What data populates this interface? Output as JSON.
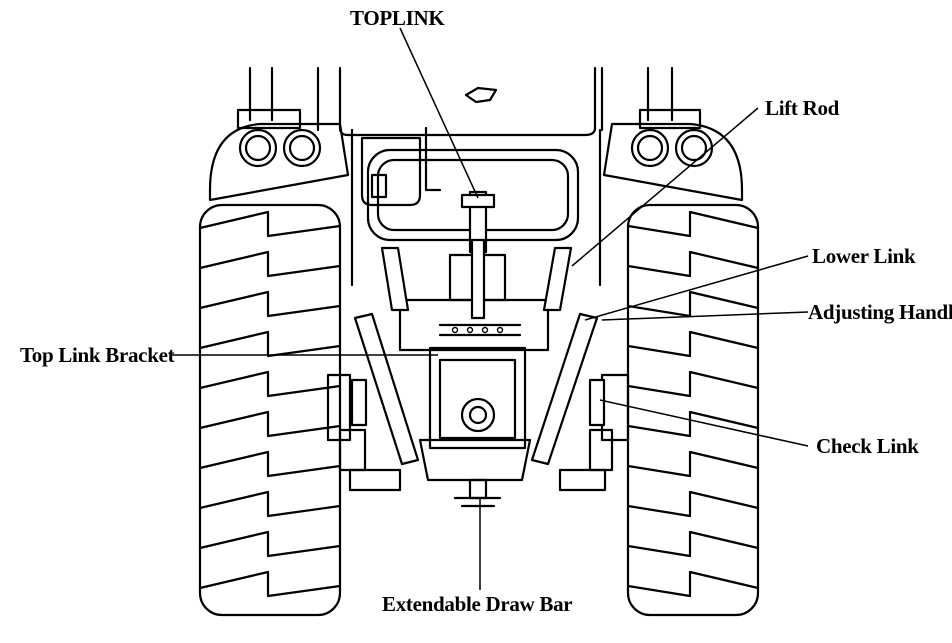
{
  "labels": {
    "toplink": "TOPLINK",
    "lift_rod": "Lift Rod",
    "lower_link": "Lower Link",
    "adjusting_handle": "Adjusting Handle",
    "top_link_bracket": "Top Link Bracket",
    "check_link": "Check Link",
    "extendable_draw_bar": "Extendable Draw Bar"
  }
}
